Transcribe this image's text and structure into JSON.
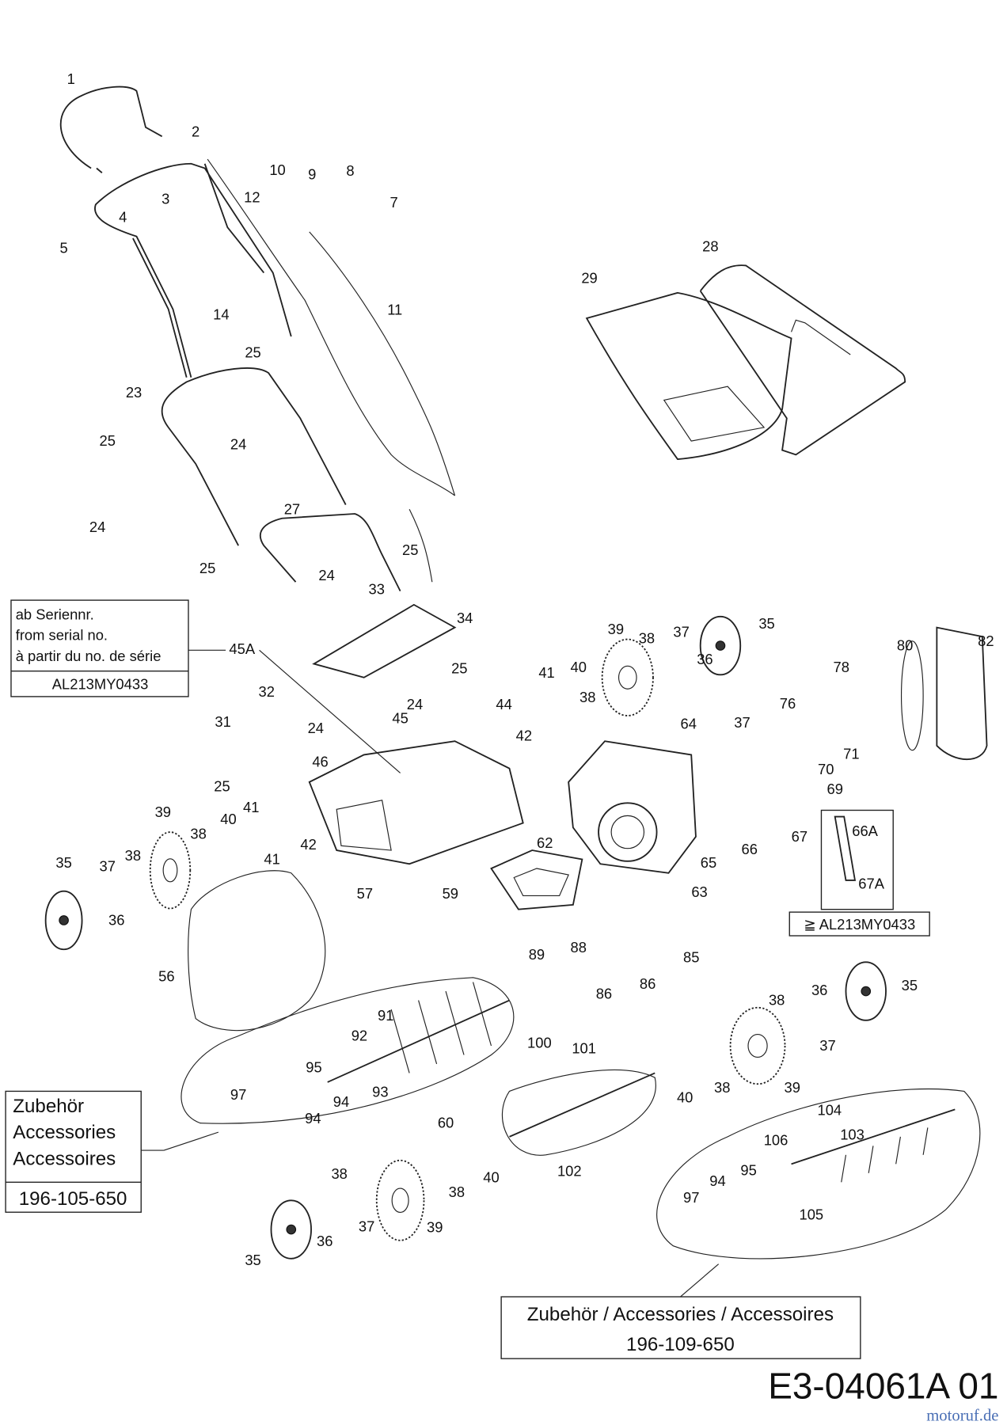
{
  "callouts": [
    "1",
    "2",
    "3",
    "4",
    "5",
    "10",
    "9",
    "8",
    "7",
    "12",
    "14",
    "11",
    "29",
    "28",
    "25",
    "23",
    "25",
    "24",
    "24",
    "27",
    "25",
    "25",
    "24",
    "33",
    "34",
    "45A",
    "39",
    "38",
    "37",
    "35",
    "36",
    "40",
    "38",
    "41",
    "42",
    "25",
    "24",
    "44",
    "32",
    "31",
    "24",
    "46",
    "25",
    "45",
    "80",
    "82",
    "78",
    "76",
    "37",
    "64",
    "71",
    "70",
    "69",
    "66",
    "67",
    "65",
    "63",
    "62",
    "66A",
    "67A",
    "39",
    "38",
    "40",
    "41",
    "41",
    "42",
    "35",
    "37",
    "38",
    "36",
    "57",
    "59",
    "56",
    "89",
    "88",
    "86",
    "86",
    "85",
    "91",
    "92",
    "93",
    "95",
    "94",
    "94",
    "97",
    "100",
    "101",
    "60",
    "102",
    "38",
    "36",
    "35",
    "37",
    "39",
    "38",
    "40",
    "104",
    "106",
    "103",
    "95",
    "94",
    "97",
    "105",
    "38",
    "38",
    "40",
    "37",
    "36",
    "39",
    "35"
  ],
  "serial_box": {
    "line1": "ab Seriennr.",
    "line2": "from serial no.",
    "line3": "à partir du no. de série",
    "serial": "AL213MY0433"
  },
  "serial_ref_box": {
    "text": "≧ AL213MY0433"
  },
  "accessories_box_left": {
    "line1": "Zubehör",
    "line2": "Accessories",
    "line3": "Accessoires",
    "part_no": "196-105-650"
  },
  "accessories_box_bottom": {
    "line1": "Zubehör / Accessories / Accessoires",
    "part_no": "196-109-650"
  },
  "diagram_code": "E3-04061A 01",
  "watermark": "motoruf.de"
}
